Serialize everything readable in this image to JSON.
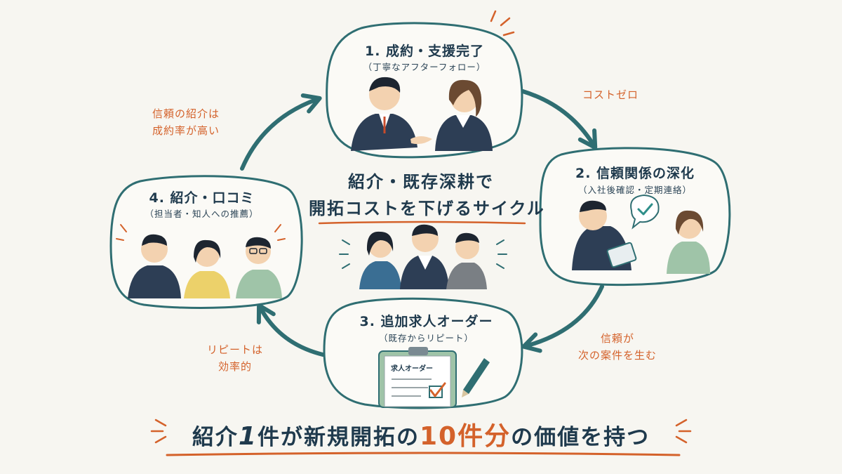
{
  "center": {
    "line1": "紹介・既存深耕で",
    "line2": "開拓コストを下げるサイクル"
  },
  "nodes": [
    {
      "title": "1. 成約・支援完了",
      "sub": "（丁寧なアフターフォロー）"
    },
    {
      "title": "2. 信頼関係の深化",
      "sub": "（入社後確認・定期連絡）"
    },
    {
      "title": "3. 追加求人オーダー",
      "sub": "（既存からリピート）"
    },
    {
      "title": "4. 紹介・口コミ",
      "sub": "（担当者・知人への推薦）"
    }
  ],
  "notes": {
    "top_right": "コストゼロ",
    "top_left_1": "信頼の紹介は",
    "top_left_2": "成約率が高い",
    "bottom_right_1": "信頼が",
    "bottom_right_2": "次の案件を生む",
    "bottom_left_1": "リピートは",
    "bottom_left_2": "効率的"
  },
  "clipboard_label": "求人オーダー",
  "bottom": {
    "part1": "紹介",
    "num1": "1",
    "part2": "件が新規開拓の",
    "num2": "10件分",
    "part3": "の価値を持つ"
  },
  "colors": {
    "teal": "#2f6e72",
    "navy": "#1f3a4d",
    "accent": "#d4622b",
    "background": "#f7f6f1"
  }
}
